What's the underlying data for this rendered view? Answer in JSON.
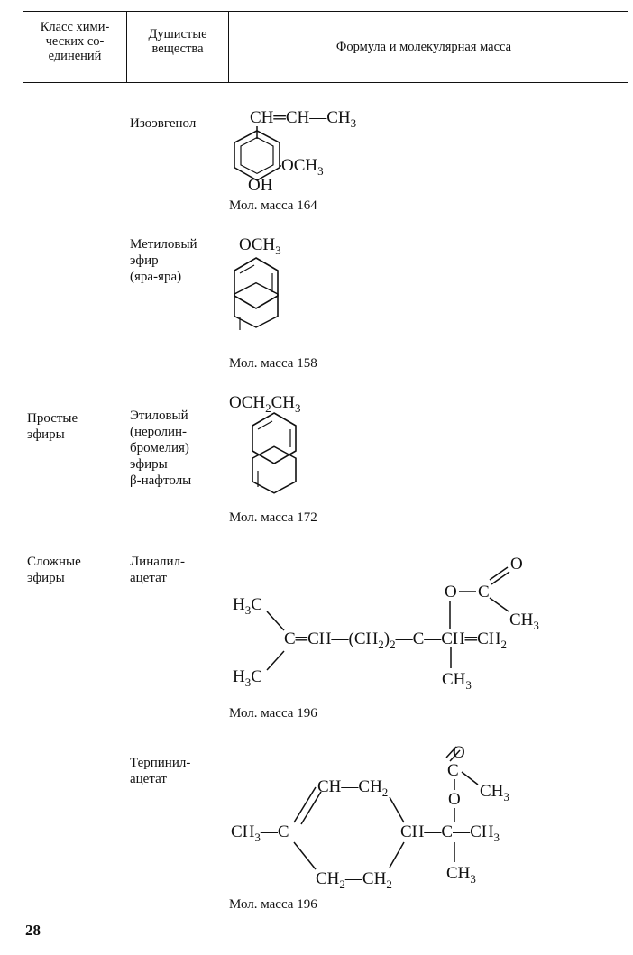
{
  "table_header": {
    "class_col": "Класс хими-\nческих со-\nединений",
    "substance_col": "Душистые\nвещества",
    "formula_col": "Формула и молекулярная масса"
  },
  "rows": [
    {
      "class": "",
      "substance": "Изоэвгенол",
      "formula_labels": {
        "chain": "CH═CH—CH",
        "chain_sub": "3",
        "och": "OCH",
        "och_sub": "3",
        "oh": "OH"
      },
      "mass": "Мол. масса 164"
    },
    {
      "class": "",
      "substance": "Метиловый\nэфир\n(яра-яра)",
      "formula_labels": {
        "och": "OCH",
        "och_sub": "3"
      },
      "mass": "Мол. масса 158"
    },
    {
      "class": "Простые\nэфиры",
      "substance": "Этиловый\n(неролин-\nбромелия)\nэфиры\nβ-нафтолы",
      "formula_labels": {
        "och": "OCH",
        "och_sub1": "2",
        "ch": "CH",
        "ch_sub": "3"
      },
      "mass": "Мол. масса 172"
    },
    {
      "class": "Сложные\nэфиры",
      "substance": "Линалил-\nацетат",
      "formula_labels": {
        "h3c_top": "H",
        "h3c_top_sub": "3",
        "h3c_top_c": "C",
        "h3c_bot": "H",
        "h3c_bot_sub": "3",
        "h3c_bot_c": "C",
        "main_chain": "C═CH—(CH",
        "main_chain_sub": "2",
        "paren_close": ")",
        "paren_sub": "2",
        "dash_c": "—C—CH═CH",
        "end_sub": "2",
        "o": "O",
        "c_top": "C",
        "o_dbl": "O",
        "ch3_right": "CH",
        "ch3_right_sub": "3",
        "ch3_below": "CH",
        "ch3_below_sub": "3"
      },
      "mass": "Мол. масса 196"
    },
    {
      "class": "",
      "substance": "Терпинил-\nацетат",
      "formula_labels": {
        "ch_top": "CH—CH",
        "ch_top_sub": "2",
        "ch3c": "CH",
        "ch3c_sub": "3",
        "ch3c_c": "—C",
        "ch_mid": "CH—C—CH",
        "ch_mid_sub": "3",
        "ch2_bot": "CH",
        "ch2_bot_sub1": "2",
        "ch2_bot_mid": "—CH",
        "ch2_bot_sub2": "2",
        "o": "O",
        "c_top": "C",
        "o_dbl": "O",
        "ch3_right": "CH",
        "ch3_right_sub": "3",
        "ch3_below": "CH",
        "ch3_below_sub": "3"
      },
      "mass": "Мол. масса 196"
    }
  ],
  "page_number": "28"
}
